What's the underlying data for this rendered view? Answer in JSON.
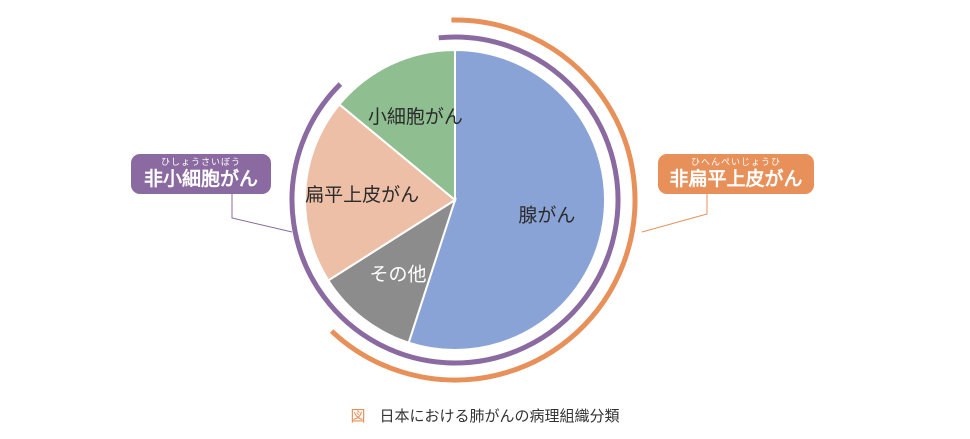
{
  "chart_data": {
    "type": "pie",
    "slices": [
      {
        "name": "腺がん",
        "value": 55,
        "color": "#8aa3d6"
      },
      {
        "name": "その他",
        "value": 11,
        "color": "#8c8c8c"
      },
      {
        "name": "扁平上皮がん",
        "value": 20,
        "color": "#ecbfa6"
      },
      {
        "name": "小細胞がん",
        "value": 14,
        "color": "#8fbf91"
      }
    ],
    "groups": [
      {
        "label": "非小細胞がん",
        "ruby": "ひしょうさいぼう",
        "color": "#8a6aa0",
        "slices": [
          "腺がん",
          "その他",
          "扁平上皮がん"
        ]
      },
      {
        "label": "非扁平上皮がん",
        "ruby": "ひへんぺいじょうひ",
        "color": "#e8905a",
        "slices": [
          "腺がん",
          "その他"
        ]
      }
    ]
  },
  "caption": {
    "prefix": "図",
    "text": "日本における肺がんの病理組織分類"
  }
}
